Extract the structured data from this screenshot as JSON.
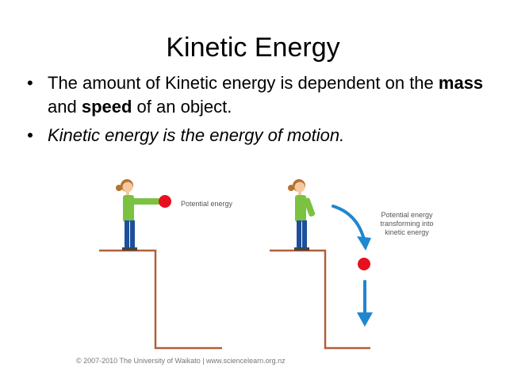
{
  "slide": {
    "title": "Kinetic Energy",
    "bullets": [
      {
        "marker": "•",
        "prefix": "The amount of Kinetic energy is dependent on the ",
        "bold1": "mass",
        "middle": " and ",
        "bold2": "speed",
        "suffix": " of an object."
      },
      {
        "marker": "•",
        "text": "Kinetic energy is the energy of motion."
      }
    ]
  },
  "figure": {
    "label_left": "Potential energy",
    "label_right": "Potential energy transforming into kinetic energy",
    "copyright": "© 2007-2010 The University of Waikato | www.sciencelearn.org.nz",
    "colors": {
      "ball": "#e8101e",
      "arrow": "#1f86d0",
      "ledge": "#b0603a",
      "shirt": "#7cc242",
      "pants": "#1d4f9c",
      "hair": "#b5722f",
      "skin": "#f5c9a0"
    }
  }
}
